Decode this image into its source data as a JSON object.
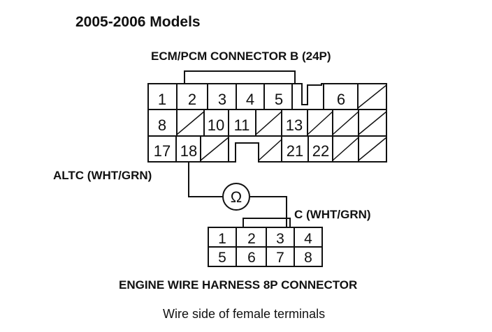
{
  "diagram": {
    "model_title": "2005-2006 Models",
    "ecm_connector_label": "ECM/PCM CONNECTOR B (24P)",
    "ecm_terminals": {
      "row1": [
        "1",
        "2",
        "3",
        "4",
        "5",
        "6"
      ],
      "row2": [
        "8",
        "10",
        "11",
        "13"
      ],
      "row3": [
        "17",
        "18",
        "21",
        "22"
      ]
    },
    "altc_label": "ALTC (WHT/GRN)",
    "ohm_symbol": "Ω",
    "c_label": "C (WHT/GRN)",
    "harness_terminals": {
      "row1": [
        "1",
        "2",
        "3",
        "4"
      ],
      "row2": [
        "5",
        "6",
        "7",
        "8"
      ]
    },
    "harness_connector_label": "ENGINE WIRE HARNESS 8P CONNECTOR",
    "caption": "Wire side of female terminals"
  }
}
